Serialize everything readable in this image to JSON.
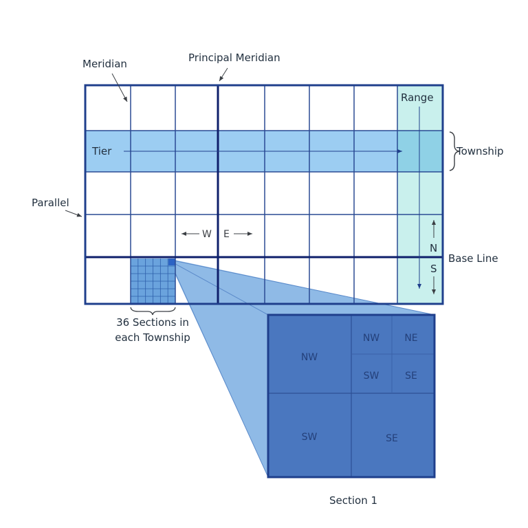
{
  "labels": {
    "meridian": "Meridian",
    "principal_meridian": "Principal Meridian",
    "parallel": "Parallel",
    "range": "Range",
    "tier": "Tier",
    "township": "Township",
    "west": "W",
    "east": "E",
    "north": "N",
    "south": "S",
    "base_line": "Base Line",
    "sections_line1": "36 Sections in",
    "sections_line2": "each Township",
    "section_title": "Section 1"
  },
  "section_quarters": {
    "nw": "NW",
    "sw": "SW",
    "se": "SE",
    "ne_subdivided": {
      "nw": "NW",
      "ne": "NE",
      "sw": "SW",
      "se": "SE"
    }
  },
  "colors": {
    "grid_line": "#1f3f8c",
    "principal_line": "#0e1f6b",
    "tier_band": "#9ccdf2",
    "range_band": "#c9f0ed",
    "township_block": "#8fd1e6",
    "section_fill": "#4a77bf",
    "zoom_fill": "#6aa3dd",
    "label": "#3b3f44"
  }
}
